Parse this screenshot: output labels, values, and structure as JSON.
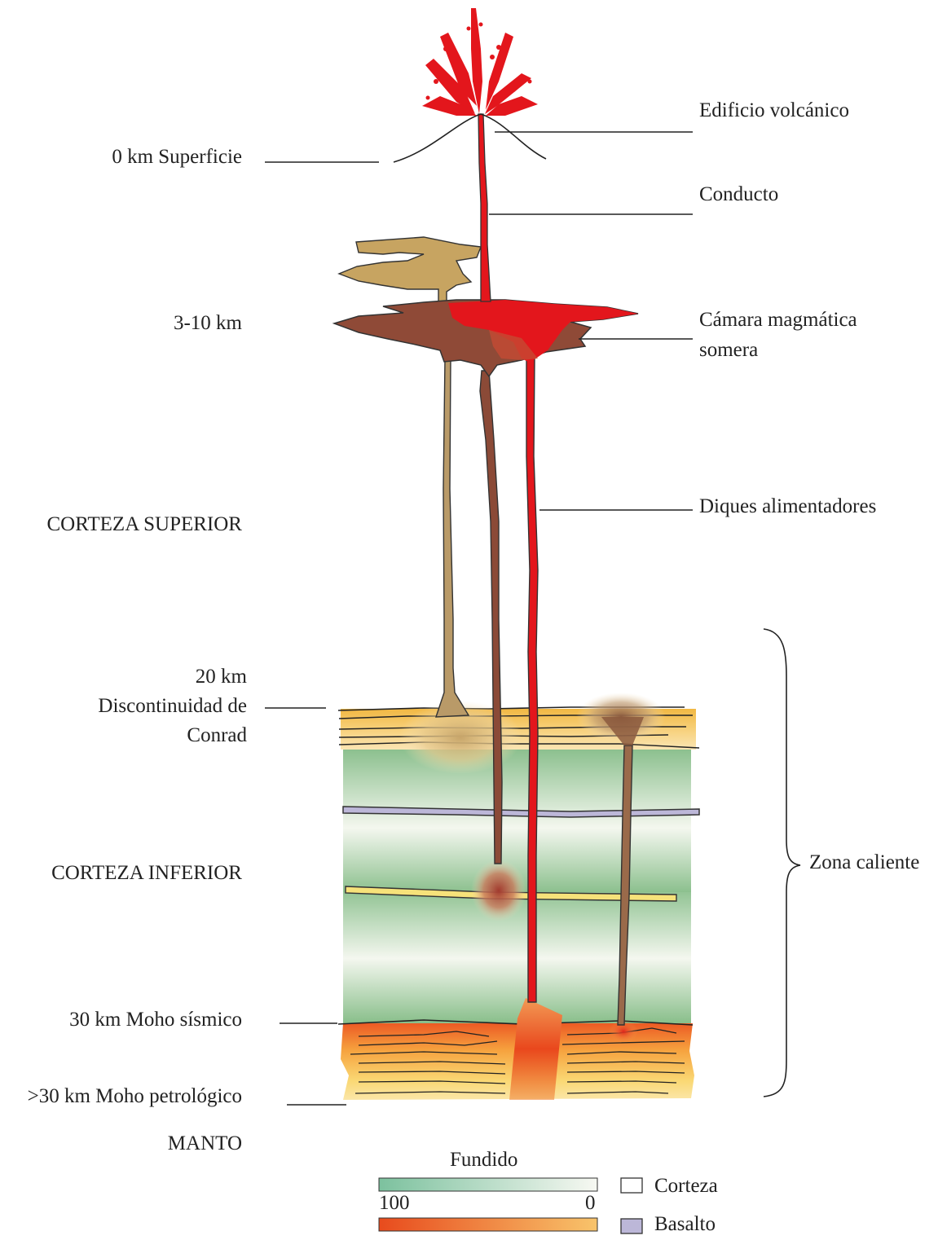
{
  "labels": {
    "surface": "0 km Superficie",
    "depth_3_10": "3-10 km",
    "upper_crust": "CORTEZA SUPERIOR",
    "depth_20": "20 km",
    "conrad_1": "Discontinuidad de",
    "conrad_2": "Conrad",
    "lower_crust": "CORTEZA INFERIOR",
    "moho_seismic": "30 km Moho sísmico",
    "moho_petro": ">30 km Moho petrológico",
    "mantle": "MANTO",
    "volcanic_edifice": "Edificio volcánico",
    "conduit": "Conducto",
    "chamber_1": "Cámara magmática",
    "chamber_2": "somera",
    "feeder_dikes": "Diques alimentadores",
    "hot_zone": "Zona caliente"
  },
  "legend": {
    "title": "Fundido",
    "min": "100",
    "max": "0",
    "crust": "Corteza",
    "basalt": "Basalto"
  },
  "colors": {
    "magma_red": "#e3161c",
    "dike_brown": "#8b4a37",
    "dike_tan": "#b99a68",
    "crust_green": "#7fba84",
    "hot_orange": "#e94a1f",
    "warm_yellow": "#f7c267",
    "basalt_lilac": "#bcb7d8"
  }
}
